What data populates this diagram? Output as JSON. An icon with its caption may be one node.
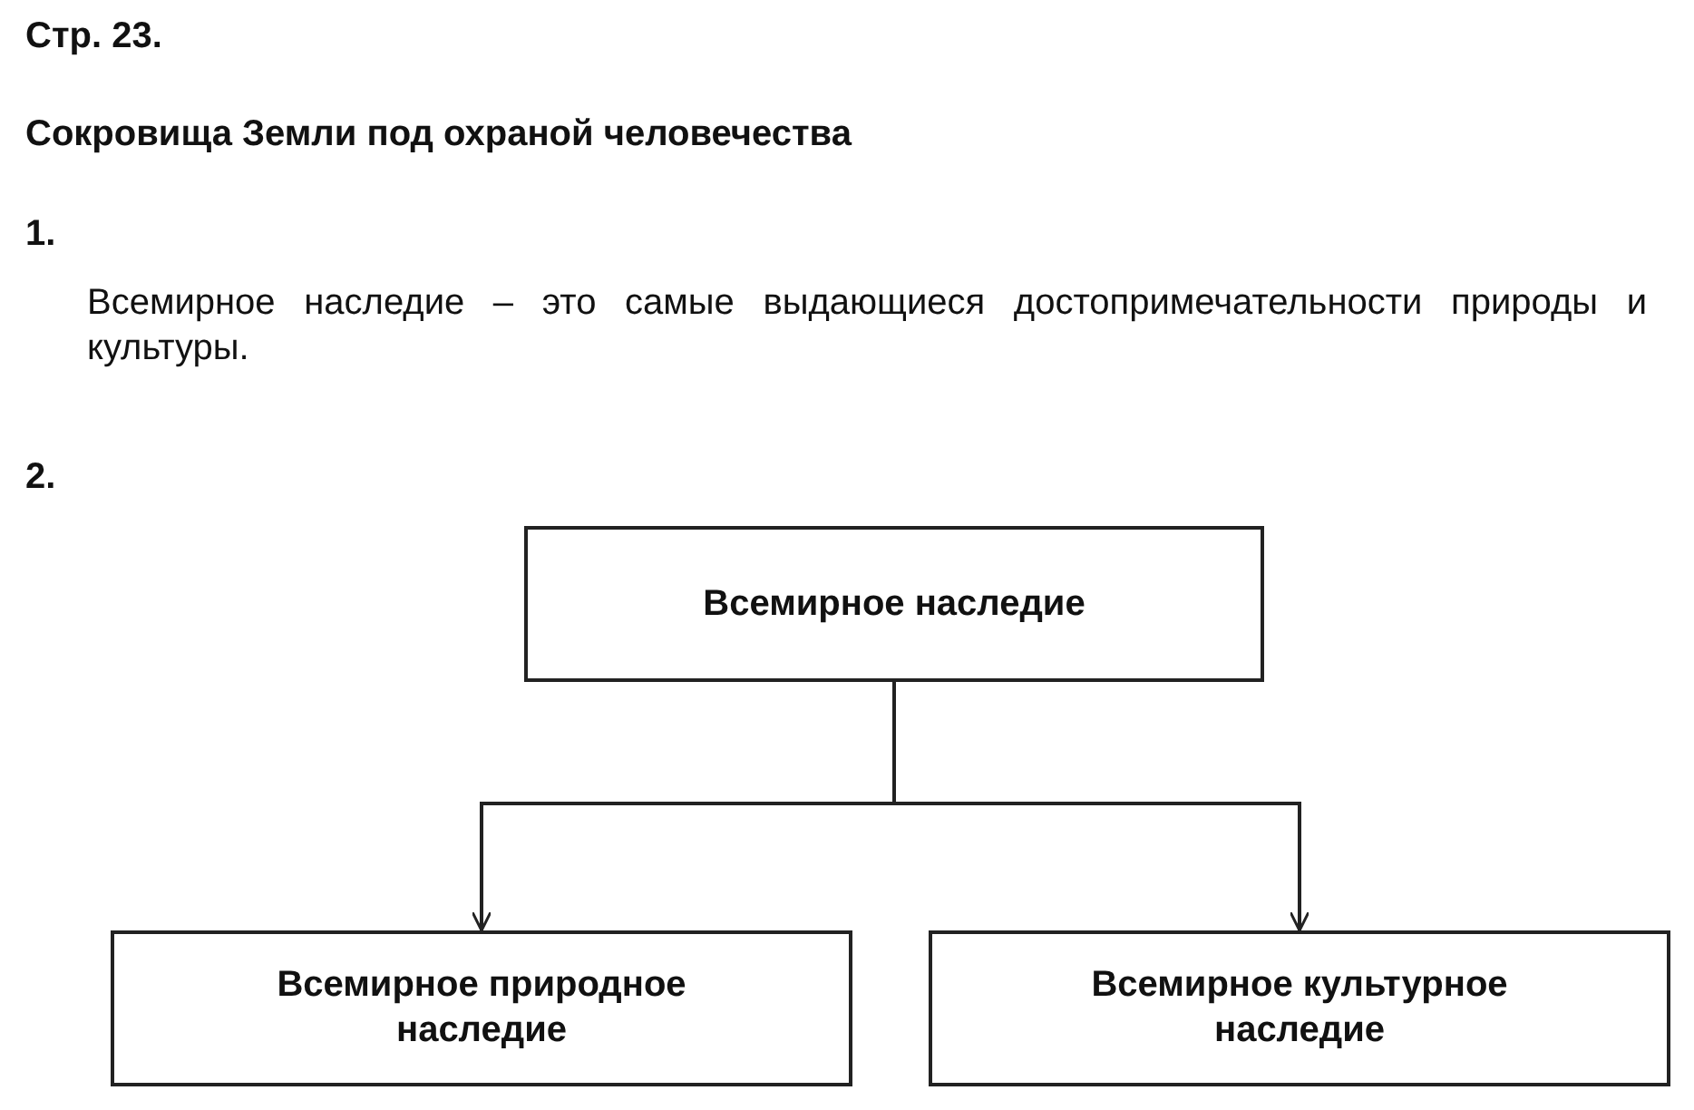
{
  "diagram": {
    "nodes": [
      {
        "text": [
          "Всемирное наследие"
        ]
      },
      {
        "text": [
          "Всемирное природное наследие"
        ]
      },
      {
        "text": [
          "Всемирное культурное наследие"
        ]
      }
    ],
    "edges": [
      {
        "from": 0,
        "to": 1,
        "arrow": "to"
      },
      {
        "from": 0,
        "to": 2,
        "arrow": "to"
      }
    ],
    "labels": [
      "Стр. 23.",
      "Сокровища Земли под охраной человечества",
      "1.",
      "Всемирное наследие – это самые выдающиеся достопримечательности природы и культуры.",
      "2."
    ]
  }
}
